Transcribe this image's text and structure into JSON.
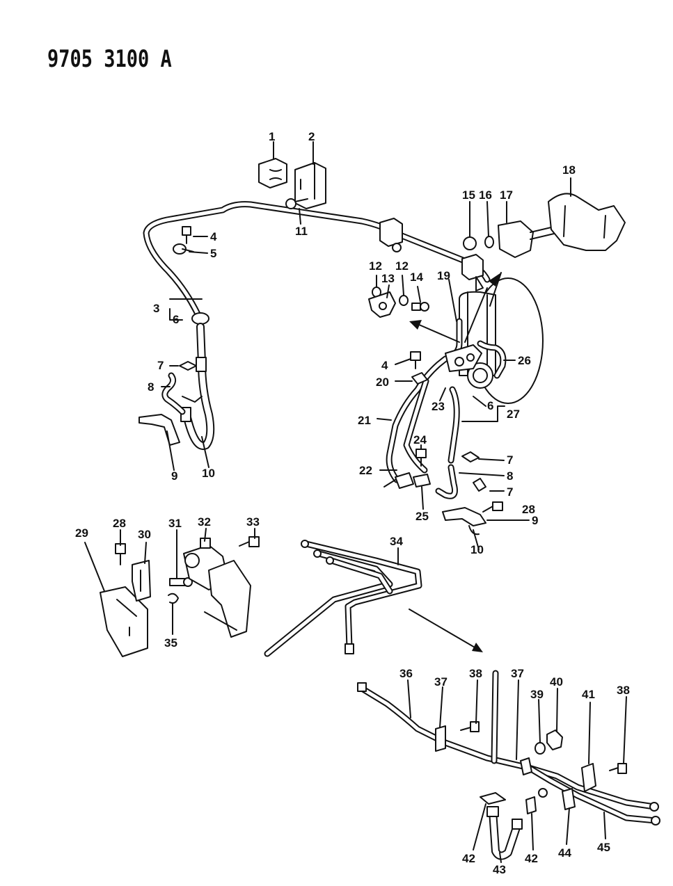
{
  "document": {
    "code": "9705 3100 A"
  },
  "callouts": [
    {
      "id": "c1",
      "text": "1"
    },
    {
      "id": "c2",
      "text": "2"
    },
    {
      "id": "c3",
      "text": "3"
    },
    {
      "id": "c4a",
      "text": "4"
    },
    {
      "id": "c5",
      "text": "5"
    },
    {
      "id": "c6a",
      "text": "6"
    },
    {
      "id": "c7a",
      "text": "7"
    },
    {
      "id": "c8a",
      "text": "8"
    },
    {
      "id": "c9a",
      "text": "9"
    },
    {
      "id": "c10a",
      "text": "10"
    },
    {
      "id": "c11",
      "text": "11"
    },
    {
      "id": "c12a",
      "text": "12"
    },
    {
      "id": "c12b",
      "text": "12"
    },
    {
      "id": "c13",
      "text": "13"
    },
    {
      "id": "c14",
      "text": "14"
    },
    {
      "id": "c15",
      "text": "15"
    },
    {
      "id": "c16",
      "text": "16"
    },
    {
      "id": "c17",
      "text": "17"
    },
    {
      "id": "c18",
      "text": "18"
    },
    {
      "id": "c19",
      "text": "19"
    },
    {
      "id": "c4b",
      "text": "4"
    },
    {
      "id": "c26",
      "text": "26"
    },
    {
      "id": "c20",
      "text": "20"
    },
    {
      "id": "c23",
      "text": "23"
    },
    {
      "id": "c6b",
      "text": "6"
    },
    {
      "id": "c27",
      "text": "27"
    },
    {
      "id": "c21",
      "text": "21"
    },
    {
      "id": "c24",
      "text": "24"
    },
    {
      "id": "c7b",
      "text": "7"
    },
    {
      "id": "c22",
      "text": "22"
    },
    {
      "id": "c8b",
      "text": "8"
    },
    {
      "id": "c7c",
      "text": "7"
    },
    {
      "id": "c28a",
      "text": "28"
    },
    {
      "id": "c25",
      "text": "25"
    },
    {
      "id": "c9b",
      "text": "9"
    },
    {
      "id": "c10b",
      "text": "10"
    },
    {
      "id": "c29",
      "text": "29"
    },
    {
      "id": "c28b",
      "text": "28"
    },
    {
      "id": "c30",
      "text": "30"
    },
    {
      "id": "c31",
      "text": "31"
    },
    {
      "id": "c32",
      "text": "32"
    },
    {
      "id": "c33",
      "text": "33"
    },
    {
      "id": "c35",
      "text": "35"
    },
    {
      "id": "c34",
      "text": "34"
    },
    {
      "id": "c36",
      "text": "36"
    },
    {
      "id": "c37a",
      "text": "37"
    },
    {
      "id": "c38a",
      "text": "38"
    },
    {
      "id": "c37b",
      "text": "37"
    },
    {
      "id": "c40",
      "text": "40"
    },
    {
      "id": "c39",
      "text": "39"
    },
    {
      "id": "c41",
      "text": "41"
    },
    {
      "id": "c38b",
      "text": "38"
    },
    {
      "id": "c42a",
      "text": "42"
    },
    {
      "id": "c43",
      "text": "43"
    },
    {
      "id": "c42b",
      "text": "42"
    },
    {
      "id": "c44",
      "text": "44"
    },
    {
      "id": "c45",
      "text": "45"
    }
  ]
}
